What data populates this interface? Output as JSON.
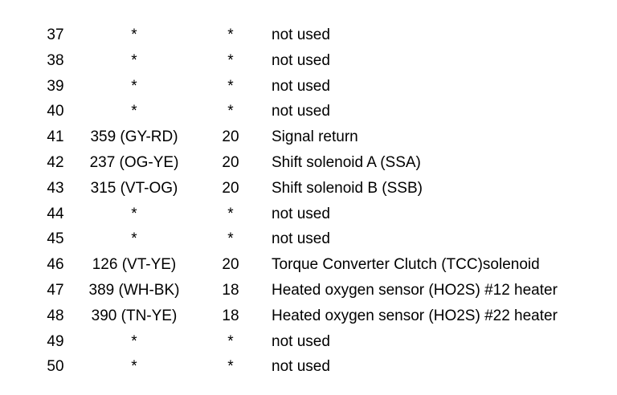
{
  "pin_table": {
    "rows": [
      {
        "pin": "37",
        "circuit": "*",
        "gauge": "*",
        "description": "not used"
      },
      {
        "pin": "38",
        "circuit": "*",
        "gauge": "*",
        "description": "not used"
      },
      {
        "pin": "39",
        "circuit": "*",
        "gauge": "*",
        "description": "not used"
      },
      {
        "pin": "40",
        "circuit": "*",
        "gauge": "*",
        "description": "not used"
      },
      {
        "pin": "41",
        "circuit": "359 (GY-RD)",
        "gauge": "20",
        "description": "Signal return"
      },
      {
        "pin": "42",
        "circuit": "237 (OG-YE)",
        "gauge": "20",
        "description": "Shift solenoid A (SSA)"
      },
      {
        "pin": "43",
        "circuit": "315 (VT-OG)",
        "gauge": "20",
        "description": "Shift solenoid B (SSB)"
      },
      {
        "pin": "44",
        "circuit": "*",
        "gauge": "*",
        "description": "not used"
      },
      {
        "pin": "45",
        "circuit": "*",
        "gauge": "*",
        "description": "not used"
      },
      {
        "pin": "46",
        "circuit": "126 (VT-YE)",
        "gauge": "20",
        "description": "Torque Converter Clutch (TCC)solenoid"
      },
      {
        "pin": "47",
        "circuit": "389 (WH-BK)",
        "gauge": "18",
        "description": "Heated oxygen sensor (HO2S) #12 heater"
      },
      {
        "pin": "48",
        "circuit": "390 (TN-YE)",
        "gauge": "18",
        "description": "Heated oxygen sensor (HO2S) #22 heater"
      },
      {
        "pin": "49",
        "circuit": "*",
        "gauge": "*",
        "description": "not used"
      },
      {
        "pin": "50",
        "circuit": "*",
        "gauge": "*",
        "description": "not used"
      }
    ]
  }
}
